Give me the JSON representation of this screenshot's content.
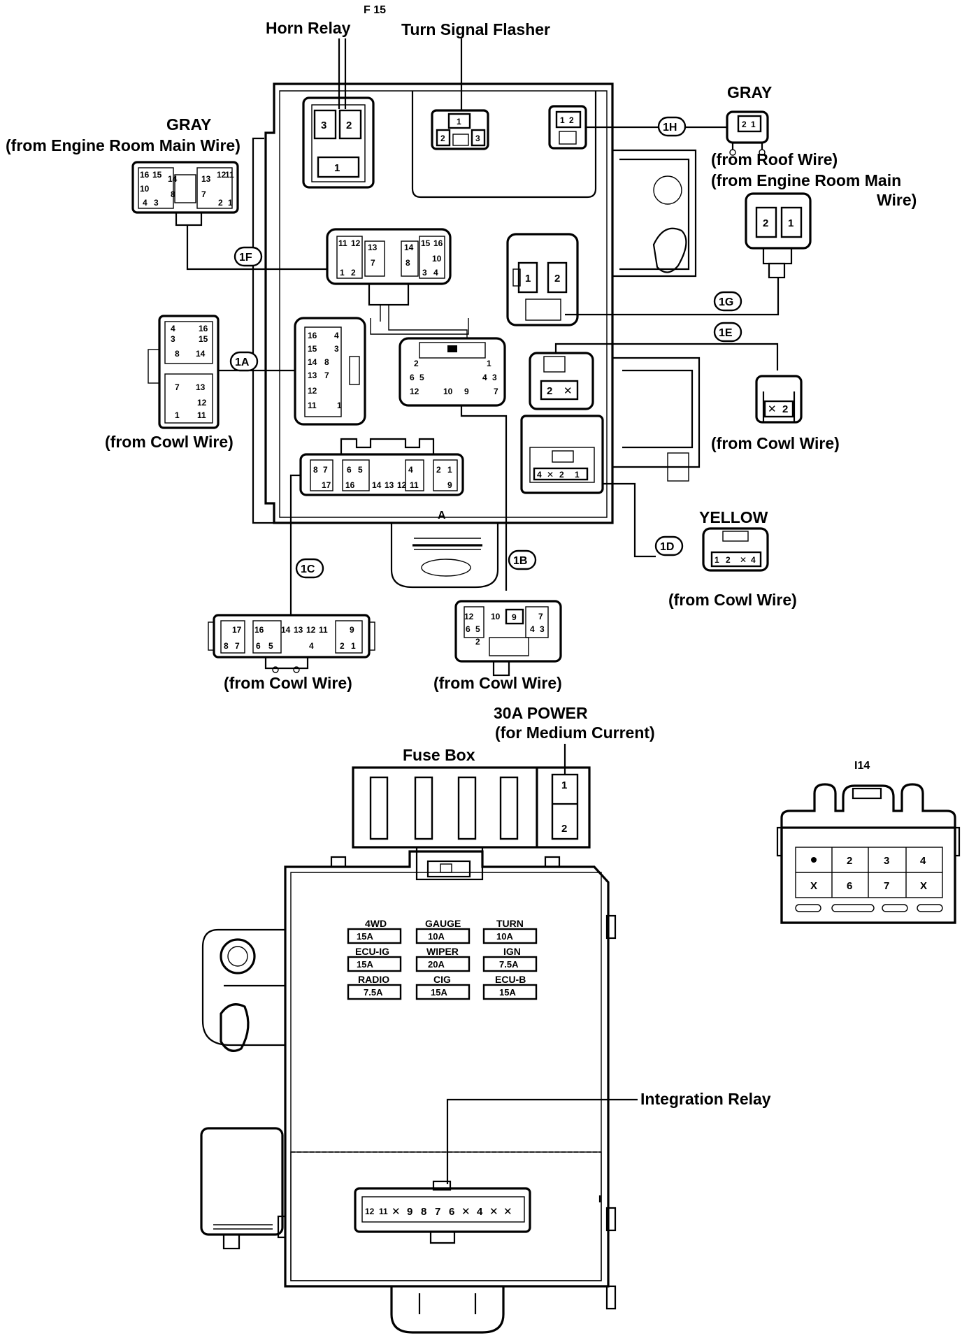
{
  "codes": {
    "f15": "F 15",
    "i14": "I14"
  },
  "labels": {
    "horn_relay": "Horn Relay",
    "turn_signal_flasher": "Turn Signal Flasher",
    "gray_left": "GRAY",
    "from_engine_room_main_wire_left": "(from Engine Room Main Wire)",
    "gray_right": "GRAY",
    "from_roof_wire": "(from Roof Wire)",
    "from_engine_room_main_line1": "(from Engine Room Main",
    "from_engine_room_main_line2": "Wire)",
    "from_cowl_wire_1a": "(from Cowl Wire)",
    "from_cowl_wire_1e": "(from Cowl Wire)",
    "yellow": "YELLOW",
    "from_cowl_wire_1d": "(from Cowl Wire)",
    "from_cowl_wire_1c": "(from Cowl Wire)",
    "from_cowl_wire_1b": "(from Cowl Wire)",
    "power_30a": "30A POWER",
    "for_medium_current": "(for Medium Current)",
    "fuse_box": "Fuse Box",
    "integration_relay": "Integration Relay",
    "a_mark": "A"
  },
  "connector_tags": {
    "1A": "1A",
    "1B": "1B",
    "1C": "1C",
    "1D": "1D",
    "1E": "1E",
    "1F": "1F",
    "1G": "1G",
    "1H": "1H"
  },
  "pins": {
    "horn_relay": [
      "3",
      "2",
      "1"
    ],
    "turn_signal_flasher": [
      "1",
      "2",
      "3"
    ],
    "conn_1h_block": [
      "1",
      "2"
    ],
    "conn_1h_gray": [
      "2",
      "1"
    ],
    "conn_1g_block": [
      "1",
      "2"
    ],
    "conn_1g_plug": [
      "2",
      "1"
    ],
    "gray_left_connector": [
      "16",
      "15",
      "14",
      "13",
      "12",
      "11",
      "10",
      "8",
      "7",
      "4",
      "3",
      "2",
      "1"
    ],
    "conn_1f_block": [
      "11",
      "12",
      "13",
      "14",
      "15",
      "16",
      "7",
      "8",
      "10",
      "1",
      "2",
      "3",
      "4"
    ],
    "conn_1a_plug": [
      "4",
      "16",
      "3",
      "15",
      "8",
      "14",
      "7",
      "13",
      "12",
      "1",
      "11"
    ],
    "conn_1a_block": [
      "16",
      "4",
      "15",
      "3",
      "14",
      "8",
      "13",
      "7",
      "12",
      "11",
      "1"
    ],
    "conn_1b_block": [
      "2",
      "1",
      "6",
      "5",
      "4",
      "3",
      "12",
      "10",
      "9",
      "7"
    ],
    "conn_1e_block": [
      "2"
    ],
    "conn_1e_plug": [
      "2"
    ],
    "conn_1d_block": [
      "4",
      "2",
      "1"
    ],
    "conn_1d_yellow": [
      "1",
      "2",
      "4"
    ],
    "conn_1c_block": [
      "8",
      "7",
      "17",
      "6",
      "5",
      "16",
      "14",
      "13",
      "4",
      "12",
      "11",
      "2",
      "1",
      "9"
    ],
    "conn_1c_plug": [
      "17",
      "8",
      "7",
      "16",
      "6",
      "5",
      "14",
      "13",
      "12",
      "11",
      "4",
      "9",
      "2",
      "1"
    ],
    "conn_1b_plug": [
      "12",
      "10",
      "9",
      "7",
      "6",
      "5",
      "4",
      "3",
      "2"
    ],
    "fuse_30a": [
      "1",
      "2"
    ],
    "i14_row1": [
      "2",
      "3",
      "4"
    ],
    "i14_row2": [
      "X",
      "6",
      "7",
      "X"
    ],
    "integration_relay": [
      "12",
      "11",
      "9",
      "8",
      "7",
      "6",
      "4"
    ]
  },
  "fuses": [
    {
      "name": "4WD",
      "rating": "15A"
    },
    {
      "name": "GAUGE",
      "rating": "10A"
    },
    {
      "name": "TURN",
      "rating": "10A"
    },
    {
      "name": "ECU-IG",
      "rating": "15A"
    },
    {
      "name": "WIPER",
      "rating": "20A"
    },
    {
      "name": "IGN",
      "rating": "7.5A"
    },
    {
      "name": "RADIO",
      "rating": "7.5A"
    },
    {
      "name": "CIG",
      "rating": "15A"
    },
    {
      "name": "ECU-B",
      "rating": "15A"
    }
  ]
}
